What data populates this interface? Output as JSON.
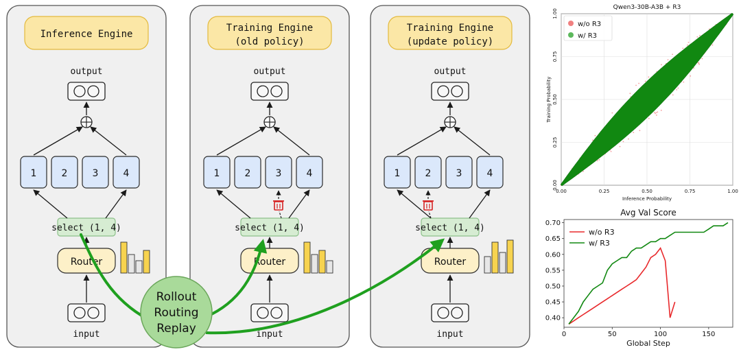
{
  "colors": {
    "panel_bg": "#f0f0f0",
    "panel_border": "#555555",
    "title_fill": "#fbe7a6",
    "title_stroke": "#e3b93c",
    "expert_fill": "#dbe8fb",
    "expert_stroke": "#2b2b2b",
    "select_fill": "#d6ecd2",
    "select_stroke": "#8cc08a",
    "router_fill": "#fdf0c8",
    "replay_fill": "#a9da9a",
    "arrow_green": "#1fa01f",
    "bar_fill": "#f7d34f",
    "bar_gray": "#e7e7e7",
    "red_series": "#e8282b",
    "green_series": "#118811",
    "trash_icon": "#d62020"
  },
  "panels": [
    {
      "title_lines": [
        "Inference Engine"
      ],
      "output_label": "output",
      "experts": [
        "1",
        "2",
        "3",
        "4"
      ],
      "select_label": "select (1, 4)",
      "router_label": "Router",
      "input_label": "input",
      "bars": [
        0.75,
        0.45,
        0.3,
        0.55
      ]
    },
    {
      "title_lines": [
        "Training Engine",
        "(old policy)"
      ],
      "output_label": "output",
      "experts": [
        "1",
        "2",
        "3",
        "4"
      ],
      "select_label": "select (1, 4)",
      "router_label": "Router",
      "input_label": "input",
      "bars": [
        0.75,
        0.45,
        0.55,
        0.3
      ]
    },
    {
      "title_lines": [
        "Training Engine",
        "(update policy)"
      ],
      "output_label": "output",
      "experts": [
        "1",
        "2",
        "3",
        "4"
      ],
      "select_label": "select (1, 4)",
      "router_label": "Router",
      "input_label": "input",
      "bars": [
        0.4,
        0.75,
        0.5,
        0.8
      ]
    }
  ],
  "replay_lines": [
    "Rollout",
    "Routing",
    "Replay"
  ],
  "chart_data": [
    {
      "type": "scatter",
      "title": "Qwen3-30B-A3B + R3",
      "xlabel": "Inference Probability",
      "ylabel": "Training Probability",
      "xlim": [
        0,
        1
      ],
      "ylim": [
        0,
        1
      ],
      "xticks": [
        "0.00",
        "0.25",
        "0.50",
        "0.75",
        "1.00"
      ],
      "yticks": [
        "0.00",
        "0.25",
        "0.50",
        "0.75",
        "1.00"
      ],
      "legend_position": "top-left",
      "grid": true,
      "series": [
        {
          "name": "w/o R3",
          "description_x": [
            0,
            1
          ],
          "description_y": [
            0,
            1
          ]
        },
        {
          "name": "w/ R3",
          "description_x": [
            0,
            1
          ],
          "description_y": [
            0,
            1
          ]
        }
      ]
    },
    {
      "type": "line",
      "title": "Avg Val Score",
      "xlabel": "Global Step",
      "ylabel": "",
      "xlim": [
        0,
        175
      ],
      "ylim": [
        0.37,
        0.71
      ],
      "xticks": [
        0,
        50,
        100,
        150
      ],
      "yticks": [
        "0.40",
        "0.45",
        "0.50",
        "0.55",
        "0.60",
        "0.65",
        "0.70"
      ],
      "legend_position": "top-left",
      "grid": false,
      "series": [
        {
          "name": "w/o R3",
          "x": [
            5,
            10,
            15,
            20,
            25,
            30,
            35,
            40,
            45,
            50,
            55,
            60,
            65,
            70,
            75,
            80,
            85,
            90,
            95,
            100,
            105,
            110,
            115
          ],
          "y": [
            0.38,
            0.39,
            0.4,
            0.41,
            0.42,
            0.43,
            0.44,
            0.45,
            0.46,
            0.47,
            0.48,
            0.49,
            0.5,
            0.51,
            0.52,
            0.54,
            0.56,
            0.59,
            0.6,
            0.62,
            0.58,
            0.4,
            0.45
          ]
        },
        {
          "name": "w/ R3",
          "x": [
            5,
            10,
            15,
            20,
            25,
            30,
            35,
            40,
            45,
            50,
            55,
            60,
            65,
            70,
            75,
            80,
            85,
            90,
            95,
            100,
            105,
            110,
            115,
            120,
            125,
            130,
            135,
            140,
            145,
            150,
            155,
            160,
            165,
            170
          ],
          "y": [
            0.38,
            0.4,
            0.42,
            0.45,
            0.47,
            0.49,
            0.5,
            0.51,
            0.55,
            0.57,
            0.58,
            0.59,
            0.59,
            0.61,
            0.62,
            0.62,
            0.63,
            0.64,
            0.64,
            0.65,
            0.65,
            0.66,
            0.67,
            0.67,
            0.67,
            0.67,
            0.67,
            0.67,
            0.67,
            0.68,
            0.69,
            0.69,
            0.69,
            0.7
          ]
        }
      ]
    }
  ]
}
